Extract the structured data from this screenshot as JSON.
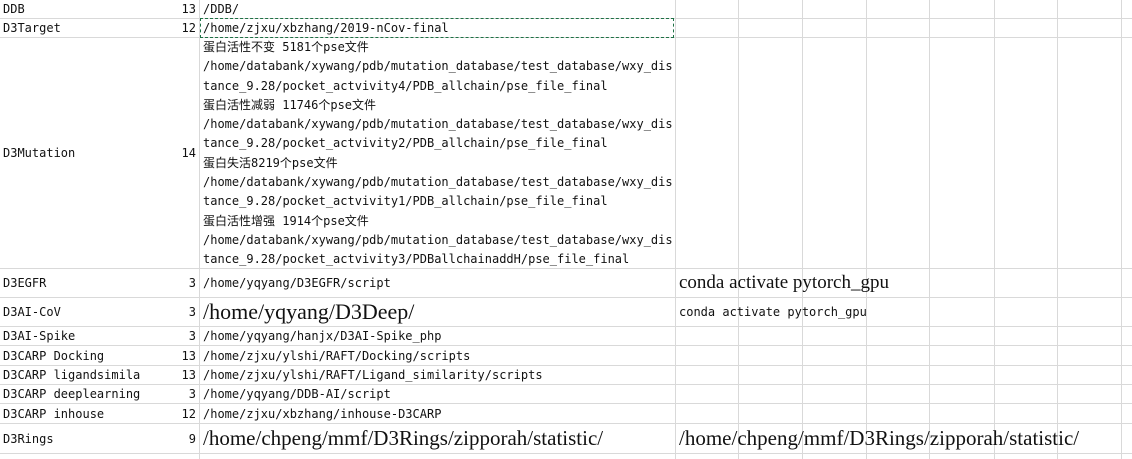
{
  "rows": [
    {
      "name": "DDB",
      "num": "13",
      "path": "/DDB/",
      "extra": ""
    },
    {
      "name": "D3Target",
      "num": "12",
      "path": "/home/zjxu/xbzhang/2019-nCov-final",
      "extra": ""
    },
    {
      "name": "D3Mutation",
      "num": "14",
      "path": "",
      "extra": "",
      "lines": [
        "蛋白活性不变 5181个pse文件",
        "/home/databank/xywang/pdb/mutation_database/test_database/wxy_dis",
        "tance_9.28/pocket_actvivity4/PDB_allchain/pse_file_final",
        "蛋白活性减弱 11746个pse文件",
        "/home/databank/xywang/pdb/mutation_database/test_database/wxy_dis",
        "tance_9.28/pocket_actvivity2/PDB_allchain/pse_file_final",
        "蛋白失活8219个pse文件",
        "/home/databank/xywang/pdb/mutation_database/test_database/wxy_dis",
        "tance_9.28/pocket_actvivity1/PDB_allchain/pse_file_final",
        "蛋白活性增强 1914个pse文件",
        "/home/databank/xywang/pdb/mutation_database/test_database/wxy_dis",
        "tance_9.28/pocket_actvivity3/PDBallchainaddH/pse_file_final"
      ]
    },
    {
      "name": "D3EGFR",
      "num": "3",
      "path": "/home/yqyang/D3EGFR/script",
      "extra": "conda activate pytorch_gpu"
    },
    {
      "name": "D3AI-CoV",
      "num": "3",
      "path": "/home/yqyang/D3Deep/",
      "extra": "conda activate pytorch_gpu"
    },
    {
      "name": "D3AI-Spike",
      "num": "3",
      "path": "/home/yqyang/hanjx/D3AI-Spike_php",
      "extra": ""
    },
    {
      "name": "D3CARP Docking",
      "num": "13",
      "path": "/home/zjxu/ylshi/RAFT/Docking/scripts",
      "extra": ""
    },
    {
      "name": "D3CARP ligandsimila",
      "num": "13",
      "path": "/home/zjxu/ylshi/RAFT/Ligand_similarity/scripts",
      "extra": ""
    },
    {
      "name": "D3CARP deeplearning",
      "num": "3",
      "path": "/home/yqyang/DDB-AI/script",
      "extra": ""
    },
    {
      "name": "D3CARP inhouse",
      "num": "12",
      "path": "/home/zjxu/xbzhang/inhouse-D3CARP",
      "extra": ""
    },
    {
      "name": "D3Rings",
      "num": "9",
      "path": "/home/chpeng/mmf/D3Rings/zipporah/statistic/",
      "extra": "/home/chpeng/mmf/D3Rings/zipporah/statistic/"
    }
  ]
}
